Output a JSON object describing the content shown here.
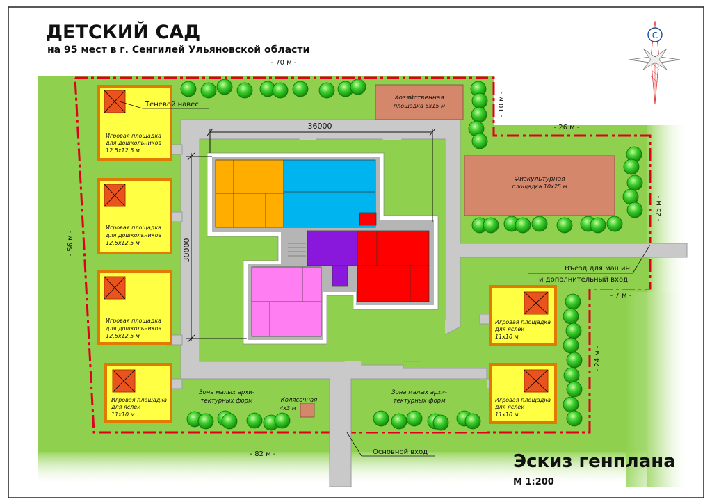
{
  "header": {
    "title": "ДЕТСКИЙ САД",
    "subtitle": "на 95 мест в г. Сенгилей Ульяновской области"
  },
  "compass": {
    "letter": "С"
  },
  "footer": {
    "title": "Эскиз генплана",
    "scale": "М 1:200"
  },
  "dimensions": {
    "top": "- 70 м -",
    "left": "- 56 м -",
    "bottom": "- 82 м -",
    "right_upper_h": "- 26 м -",
    "right_upper_v": "- 25 м -",
    "top_notch": "- 10 м -",
    "right_lower_h": "- 7 м -",
    "right_lower_v": "- 24 м -",
    "building_w": "36000",
    "building_h": "30000"
  },
  "labels": {
    "shade": "Теневой навес",
    "household_1": "Хозяйственная",
    "household_2": "площадка 6х15 м",
    "sport_1": "Физкультурная",
    "sport_2": "площадка 10х25 м",
    "entry_car_1": "Въезд для машин",
    "entry_car_2": "и дополнительный вход",
    "main_entry": "Основной вход",
    "stroller_1": "Колясочная",
    "stroller_2": "4х3 м",
    "zone_left_1": "Зона малых архи-",
    "zone_left_2": "тектурных форм",
    "zone_right_1": "Зона малых архи-",
    "zone_right_2": "тектурных форм"
  },
  "playgrounds": [
    {
      "l1": "Игровая площадка",
      "l2": "для дошкольников",
      "l3": "12,5х12,5 м"
    },
    {
      "l1": "Игровая площадка",
      "l2": "для дошкольников",
      "l3": "12,5х12,5 м"
    },
    {
      "l1": "Игровая площадка",
      "l2": "для дошкольников",
      "l3": "12,5х12,5 м"
    },
    {
      "l1": "Игровая площадка",
      "l2": "для яслей",
      "l3": "11х10 м"
    },
    {
      "l1": "Игровая площадка",
      "l2": "для яслей",
      "l3": "11х10 м"
    },
    {
      "l1": "Игровая площадка",
      "l2": "для яслей",
      "l3": "11х10 м"
    }
  ],
  "colors": {
    "lawn": "#8fd14f",
    "lawn_light": "#b8e986",
    "path": "#c9c9c9",
    "boundary": "#e0001b",
    "playground_fill": "#ffff44",
    "playground_border": "#e07b00",
    "shade": "#e8531e",
    "household": "#d4876b",
    "wing_orange": "#ffae00",
    "wing_blue": "#00b4ef",
    "wing_purple": "#8a17dc",
    "wing_red": "#ff0000",
    "wing_pink": "#ff7ef2",
    "tree": "#2bbd1f"
  }
}
